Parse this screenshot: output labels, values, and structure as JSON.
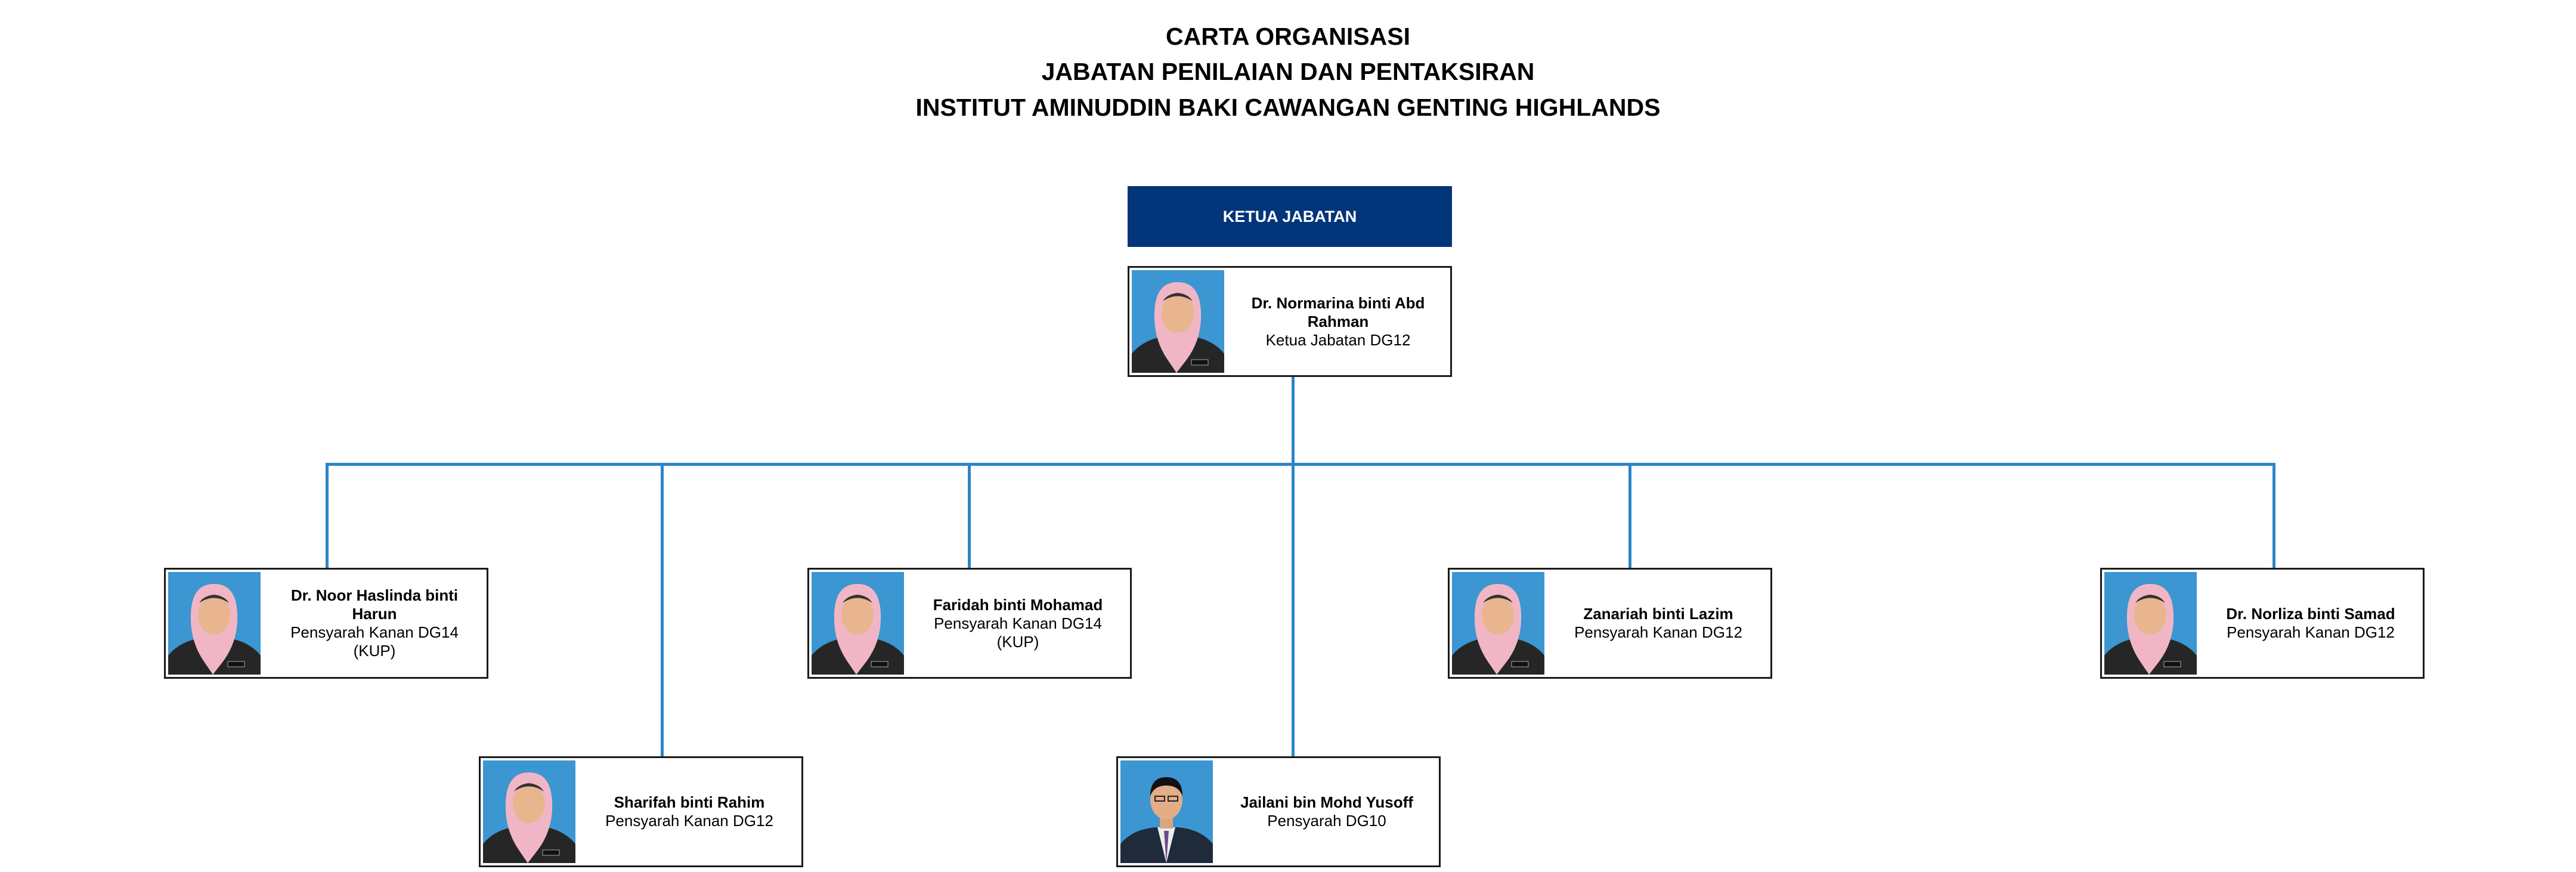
{
  "title": {
    "line1": "CARTA ORGANISASI",
    "line2": "JABATAN PENILAIAN DAN PENTAKSIRAN",
    "line3": "INSTITUT AMINUDDIN BAKI CAWANGAN GENTING HIGHLANDS"
  },
  "head_label": "KETUA JABATAN",
  "colors": {
    "header": "#03357a",
    "connector": "#2b86c5",
    "photo_bg": "#3b96d1"
  },
  "people": [
    {
      "name": "Dr. Normarina binti Abd Rahman",
      "position": "Ketua Jabatan DG12",
      "note": "",
      "gender": "female"
    },
    {
      "name": "Dr. Noor Haslinda binti Harun",
      "position": "Pensyarah Kanan DG14",
      "note": "(KUP)",
      "gender": "female"
    },
    {
      "name": "Faridah binti Mohamad",
      "position": "Pensyarah Kanan DG14",
      "note": "(KUP)",
      "gender": "female"
    },
    {
      "name": "Zanariah binti Lazim",
      "position": "Pensyarah Kanan DG12",
      "note": "",
      "gender": "female"
    },
    {
      "name": "Dr. Norliza binti Samad",
      "position": "Pensyarah Kanan DG12",
      "note": "",
      "gender": "female"
    },
    {
      "name": "Sharifah binti Rahim",
      "position": "Pensyarah Kanan DG12",
      "note": "",
      "gender": "female"
    },
    {
      "name": "Jailani bin Mohd Yusoff",
      "position": "Pensyarah DG10",
      "note": "",
      "gender": "male"
    }
  ]
}
